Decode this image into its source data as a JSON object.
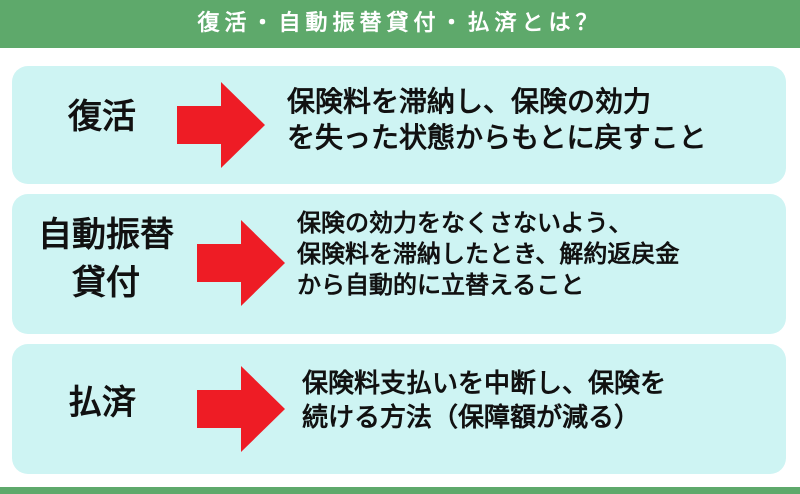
{
  "title": "復活・自動振替貸付・払済とは？",
  "colors": {
    "header": "#5ea96b",
    "box": "#cef4f3",
    "arrow": "#ee1c25"
  },
  "items": [
    {
      "term": "復活",
      "desc_lines": [
        "保険料を滞納し、保険の効力",
        "を失った状態からもとに戻すこと"
      ]
    },
    {
      "term_lines": [
        "自動振替",
        "貸付"
      ],
      "desc_lines": [
        "保険の効力をなくさないよう、",
        "保険料を滞納したとき、解約返戻金",
        "から自動的に立替えること"
      ]
    },
    {
      "term": "払済",
      "desc_lines": [
        "保険料支払いを中断し、保険を",
        "続ける方法（保障額が減る）"
      ]
    }
  ]
}
